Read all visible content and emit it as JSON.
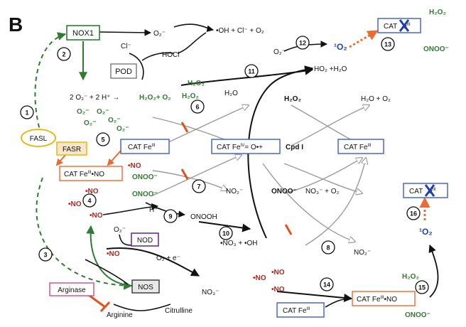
{
  "panel_label": "B",
  "colors": {
    "black": "#111111",
    "green": "#2e7d32",
    "red": "#b3261e",
    "blue_box": "#3a5ad1",
    "blue_text": "#1f3fb0",
    "orange": "#ef6a2e",
    "purple": "#6a2f9b",
    "pink": "#d24b84",
    "yellow": "#e7b400",
    "gray_box": "#777777",
    "gray_curve": "#9a9a9a"
  },
  "boxes": {
    "nox1": "NOX1",
    "pod": "POD",
    "fasl": "FASL",
    "fasr": "FASR",
    "cat_fe3_left": "CAT Fe",
    "cat_fe4": "CAT Fe",
    "cat_fe3_right": "CAT Fe",
    "cat_fe3_no_left": "CAT Fe",
    "nod": "NOD",
    "nos": "NOS",
    "arginase": "Arginase",
    "cat_fe3_bottom": "CAT Fe",
    "cat_fe3_no_bottom": "CAT Fe",
    "cat_top": "CAT",
    "cat_right": "CAT",
    "fe_tail_top": "e",
    "fe_tail_right": "e"
  },
  "superscripts": {
    "roman_iii": "III",
    "roman_iv": "IV",
    "o_plus": "= O•+"
  },
  "texts": {
    "o2_minus_top": "O₂⁻",
    "oh_cl_o2": "•OH + Cl⁻ + O₂",
    "hocl": "HOCl",
    "cl_minus": "Cl⁻",
    "singlet_o2_top": "¹O₂",
    "singlet_o2_right": "¹O₂",
    "h2o2_top_right": "H₂O₂",
    "onoo_top_right": "ONOO⁻",
    "o2_minus_mid": "O₂⁻",
    "ho2_h2o": "HO₂ +H₂O",
    "reaction_2": "2 O₂⁻ + 2 H⁺ →",
    "h2o2_o2": "H₂O₂+ O₂",
    "h2o2_green_a": "H₂O₂",
    "h2o2_green_b": "H₂O₂",
    "h2o_a": "H₂O",
    "h2o2_black": "H₂O₂",
    "h2o_o2": "H₂O + O₂",
    "cpd_i": "Cpd I",
    "o2m_1": "O₂⁻",
    "o2m_2": "O₂⁻",
    "o2m_3": "O₂⁻",
    "o2m_4": "O₂⁻",
    "o2m_5": "O₂⁻",
    "no_a": "•NO",
    "onoo_a": "ONOO⁻",
    "no_b": "•NO",
    "no_c": "•NO",
    "no_d": "•NO",
    "onoo_b": "ONOO⁻",
    "no2_a": "NO₂⁻",
    "h_plus": "H⁺",
    "onooh": "ONOOH",
    "onoo_c": "ONOO⁻",
    "no3_o2": "NO₃⁻ + O₂",
    "no3_oh": "•NO₃ + •OH",
    "no2_b": "NO₂⁻",
    "o2_minus_nod": "O₂⁻",
    "no_nod": "•NO",
    "o2_e": "O₂ + e⁻",
    "no3_bottom": "NO₃⁻",
    "no_e": "•NO",
    "no_f": "•NO",
    "no_g": "•NO",
    "arginine": "Arginine",
    "citrulline": "Citrulline",
    "h2o2_bottom_right": "H₂O₂",
    "onoo_bottom_right": "ONOO⁻"
  },
  "steps": [
    "1",
    "2",
    "3",
    "4",
    "5",
    "6",
    "7",
    "8",
    "9",
    "10",
    "11",
    "12",
    "13",
    "14",
    "15",
    "16"
  ]
}
